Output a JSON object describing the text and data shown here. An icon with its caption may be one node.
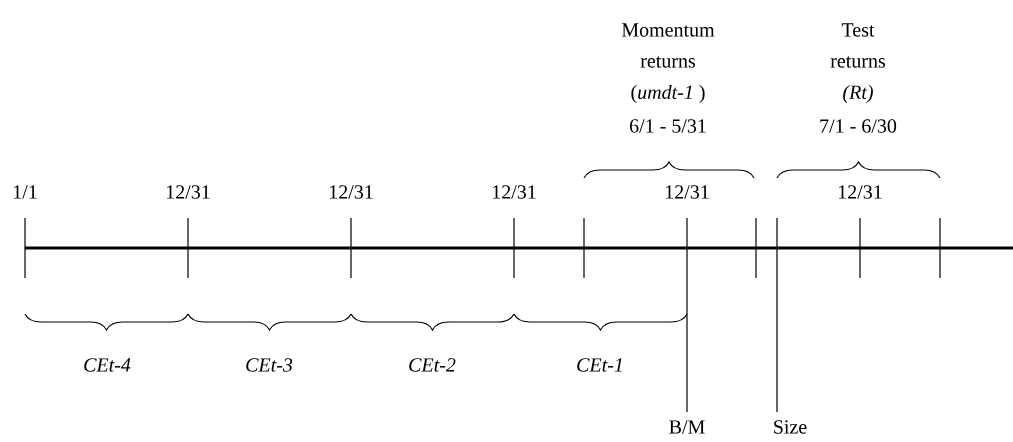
{
  "diagram": {
    "labels": [
      "Momentum",
      "Test",
      "returns",
      "returns",
      "(*umdt-1* )",
      "(Rt)",
      "6/1 - 5/31",
      "7/1 - 6/30",
      "1/1",
      "12/31",
      "12/31",
      "12/31",
      "12/31",
      "12/31",
      "CEt-4",
      "CEt-3",
      "CEt-2",
      "CEt-1",
      "B/M",
      "Size"
    ]
  }
}
